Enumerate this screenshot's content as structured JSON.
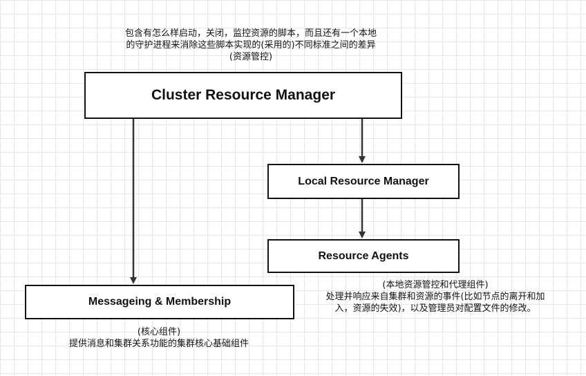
{
  "nodes": {
    "crm": {
      "label": "Cluster Resource Manager"
    },
    "lrm": {
      "label": "Local Resource Manager"
    },
    "ra": {
      "label": "Resource Agents"
    },
    "mm": {
      "label": "Messageing & Membership"
    }
  },
  "notes": {
    "crm": [
      "包含有怎么样启动，关闭，监控资源的脚本，而且还有一个本地",
      "的守护进程来消除这些脚本实现的(采用的)不同标准之间的差异",
      "(资源管控)"
    ],
    "ra": [
      "(本地资源管控和代理组件)",
      "处理并响应来自集群和资源的事件(比如节点的离开和加",
      "入，资源的失效)，以及管理员对配置文件的修改。"
    ],
    "mm": [
      "(核心组件)",
      "提供消息和集群关系功能的集群核心基础组件"
    ]
  },
  "edges": [
    {
      "from": "crm",
      "to": "lrm"
    },
    {
      "from": "lrm",
      "to": "ra"
    },
    {
      "from": "crm",
      "to": "mm"
    }
  ]
}
